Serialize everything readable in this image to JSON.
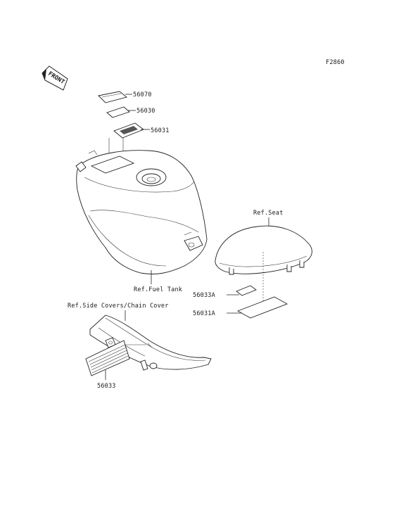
{
  "figure_code": "F2860",
  "front_marker": "FRONT",
  "labels": {
    "p56070": "56070",
    "p56030": "56030",
    "p56031": "56031",
    "ref_seat": "Ref.Seat",
    "ref_fuel_tank": "Ref.Fuel Tank",
    "p56033A": "56033A",
    "p56031A": "56031A",
    "ref_side_covers": "Ref.Side Covers/Chain Cover",
    "p56033": "56033"
  }
}
